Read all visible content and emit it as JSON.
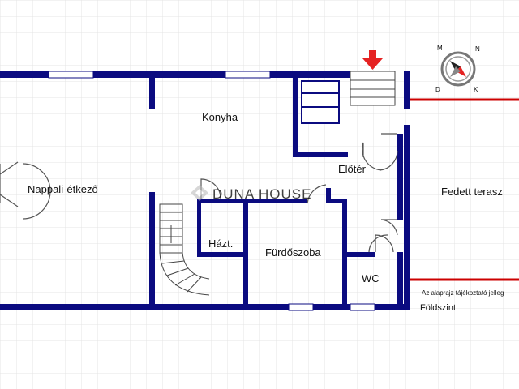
{
  "rooms": {
    "living": "Nappali-étkező",
    "kitchen": "Konyha",
    "hall": "Előtér",
    "terrace": "Fedett terasz",
    "pantry": "Házt.",
    "bathroom": "Fürdőszoba",
    "wc": "WC"
  },
  "floor_label": "Földszint",
  "disclaimer": "Az alaprajz tájékoztató jelleg",
  "watermark": "DUNA HOUSE",
  "compass_letters": [
    "M",
    "D",
    "K",
    "N"
  ],
  "colors": {
    "wall": "#0b0b80",
    "terrace_line": "#cc0000",
    "entrance_arrow": "#e52222",
    "grid": "#e4e4e4",
    "door": "#555555",
    "watermark": "#b8b8b8"
  },
  "icons": [
    "entrance-arrow-icon",
    "compass-icon",
    "duna-house-logo-icon"
  ]
}
